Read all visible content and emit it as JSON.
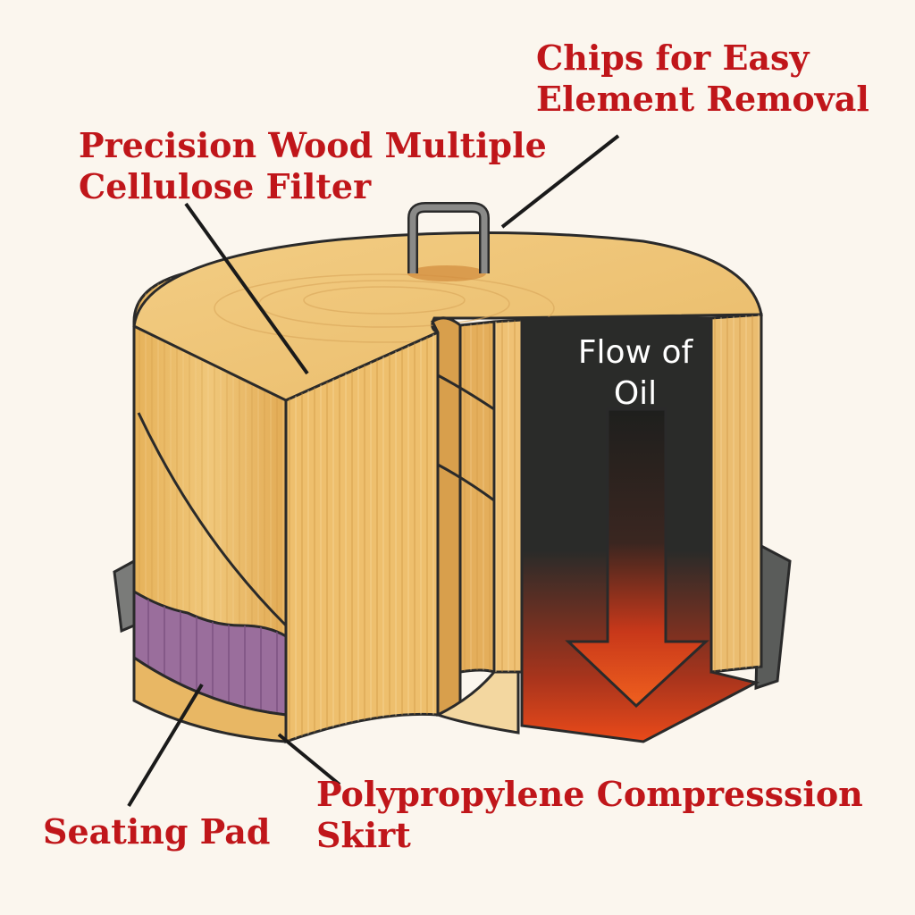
{
  "labels": {
    "chips": {
      "line1": "Chips for Easy",
      "line2": "Element Removal"
    },
    "filter": {
      "line1": "Precision Wood Multiple",
      "line2": "Cellulose Filter"
    },
    "seating_pad": {
      "line1": "Seating Pad"
    },
    "skirt": {
      "line1": "Polypropylene Compresssion",
      "line2": "Skirt"
    },
    "flow": {
      "line1": "Flow of",
      "line2": "Oil"
    }
  },
  "colors": {
    "label_red": "#c0161a",
    "wood": "#e8b861",
    "wood_dark": "#d49a44",
    "seating_pad": "#9a6e9c",
    "core_dark": "#2a2b29",
    "flow_orange": "#e0451c",
    "handle_gray": "#777777"
  }
}
